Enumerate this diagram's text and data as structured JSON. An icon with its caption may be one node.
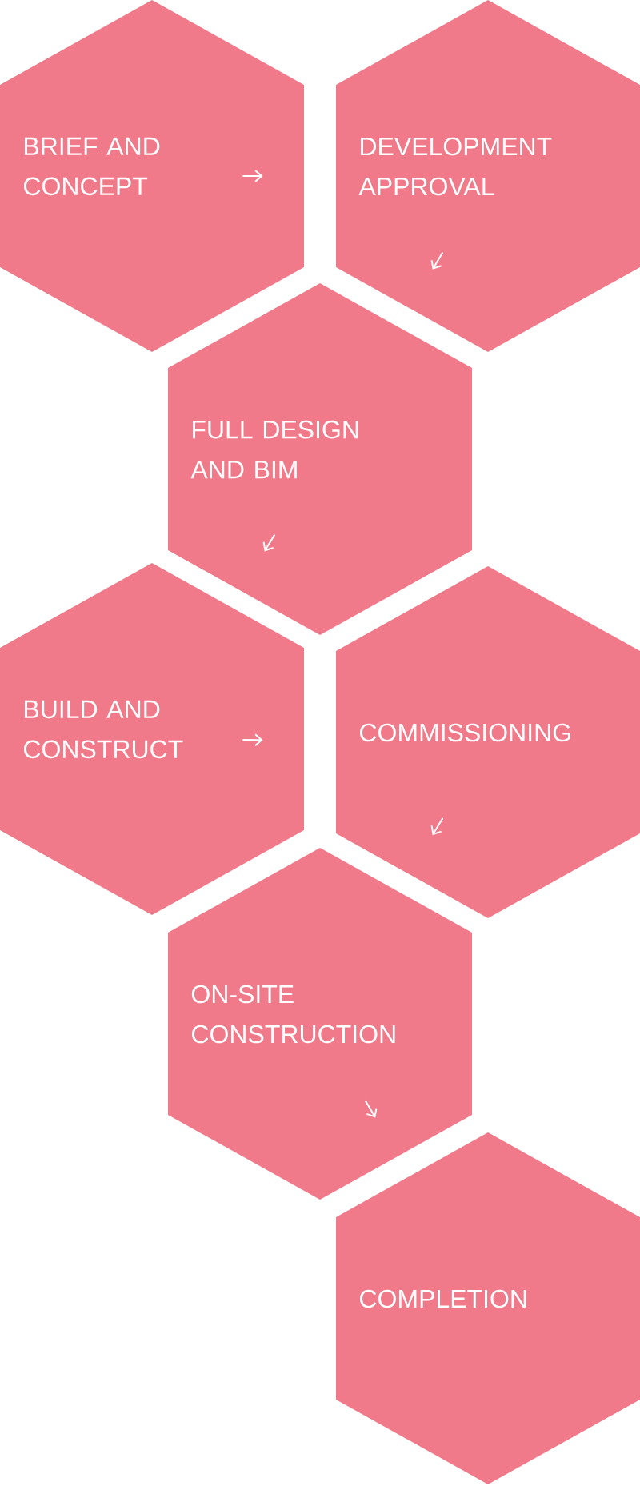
{
  "diagram": {
    "nodes": [
      {
        "text": [
          "BRIEF AND CONCEPT"
        ]
      },
      {
        "text": [
          "DEVELOPMENT APPROVAL"
        ]
      },
      {
        "text": [
          "FULL DESIGN AND BIM"
        ]
      },
      {
        "text": [
          "BUILD AND CONSTRUCT"
        ]
      },
      {
        "text": [
          "COMMISSIONING"
        ]
      },
      {
        "text": [
          "ON-SITE CONSTRUCTION"
        ]
      },
      {
        "text": [
          "COMPLETION"
        ]
      }
    ]
  }
}
